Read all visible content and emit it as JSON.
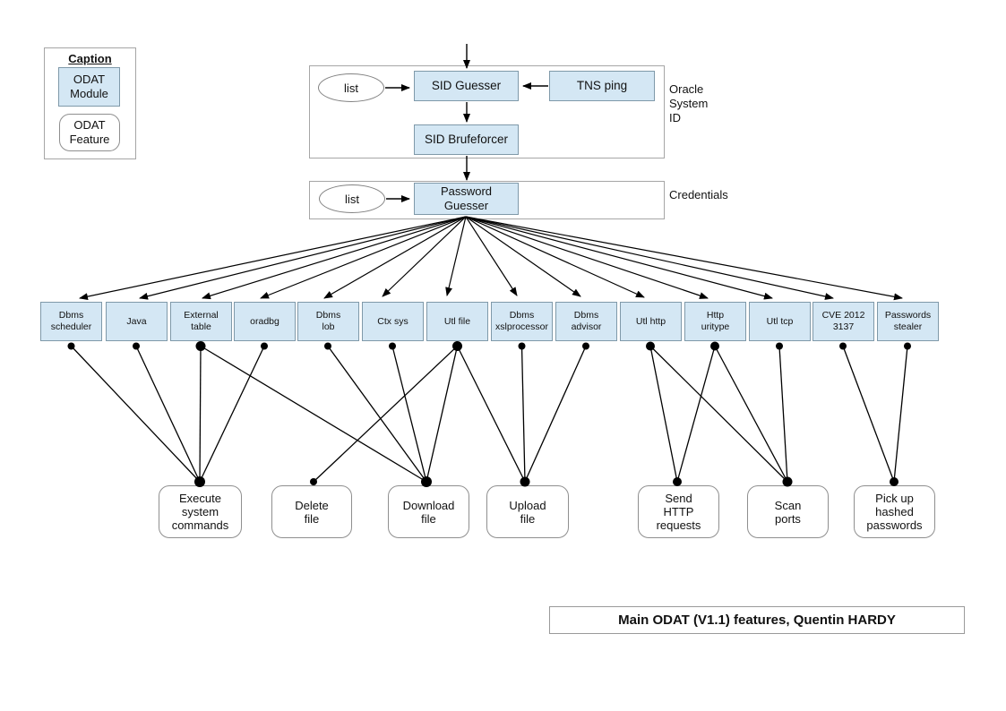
{
  "caption": {
    "title": "Caption",
    "module_label": "ODAT\nModule",
    "feature_label": "ODAT\nFeature"
  },
  "flow": {
    "list1": "list",
    "list2": "list",
    "sid_guesser": "SID Guesser",
    "tns_ping": "TNS ping",
    "sid_bruteforcer": "SID Brufeforcer",
    "oracle_label": "Oracle\nSystem\nID",
    "password_guesser": "Password\nGuesser",
    "credentials_label": "Credentials"
  },
  "modules": [
    {
      "label": "Dbms\nscheduler"
    },
    {
      "label": "Java"
    },
    {
      "label": "External\ntable"
    },
    {
      "label": "oradbg"
    },
    {
      "label": "Dbms\nlob"
    },
    {
      "label": "Ctx sys"
    },
    {
      "label": "Utl file"
    },
    {
      "label": "Dbms\nxslprocessor"
    },
    {
      "label": "Dbms\nadvisor"
    },
    {
      "label": "Utl http"
    },
    {
      "label": "Http\nuritype"
    },
    {
      "label": "Utl tcp"
    },
    {
      "label": "CVE 2012\n3137"
    },
    {
      "label": "Passwords\nstealer"
    }
  ],
  "features": [
    {
      "label": "Execute\nsystem\ncommands"
    },
    {
      "label": "Delete\nfile"
    },
    {
      "label": "Download\nfile"
    },
    {
      "label": "Upload\nfile"
    },
    {
      "label": "Send\nHTTP\nrequests"
    },
    {
      "label": "Scan\nports"
    },
    {
      "label": "Pick up\nhashed\npasswords"
    }
  ],
  "connections": {
    "flow": [
      {
        "from": "list",
        "to": "SID Guesser"
      },
      {
        "from": "TNS ping",
        "to": "SID Guesser"
      },
      {
        "from": "SID Guesser",
        "to": "SID Brufeforcer"
      },
      {
        "from": "SID Brufeforcer",
        "to": "Password Guesser"
      },
      {
        "from": "list",
        "to": "Password Guesser"
      },
      {
        "from": "Password Guesser",
        "to": "all 14 modules"
      }
    ],
    "module_to_feature": [
      {
        "from": "Dbms scheduler",
        "to": "Execute system commands"
      },
      {
        "from": "Java",
        "to": "Execute system commands"
      },
      {
        "from": "External table",
        "to": "Execute system commands"
      },
      {
        "from": "External table",
        "to": "Download file"
      },
      {
        "from": "oradbg",
        "to": "Execute system commands"
      },
      {
        "from": "Dbms lob",
        "to": "Download file"
      },
      {
        "from": "Ctx sys",
        "to": "Download file"
      },
      {
        "from": "Utl file",
        "to": "Delete file"
      },
      {
        "from": "Utl file",
        "to": "Download file"
      },
      {
        "from": "Utl file",
        "to": "Upload file"
      },
      {
        "from": "Dbms xslprocessor",
        "to": "Upload file"
      },
      {
        "from": "Dbms advisor",
        "to": "Upload file"
      },
      {
        "from": "Utl http",
        "to": "Send HTTP requests"
      },
      {
        "from": "Utl http",
        "to": "Scan ports"
      },
      {
        "from": "Http uritype",
        "to": "Send HTTP requests"
      },
      {
        "from": "Http uritype",
        "to": "Scan ports"
      },
      {
        "from": "Utl tcp",
        "to": "Scan ports"
      },
      {
        "from": "CVE 2012 3137",
        "to": "Pick up hashed passwords"
      },
      {
        "from": "Passwords stealer",
        "to": "Pick up hashed passwords"
      }
    ]
  },
  "footer": {
    "title": "Main ODAT (V1.1) features, Quentin HARDY"
  },
  "colors": {
    "module_fill": "#d4e7f4",
    "module_border": "#7f99a9",
    "line": "#000000",
    "container_border": "#a6a6a6"
  }
}
